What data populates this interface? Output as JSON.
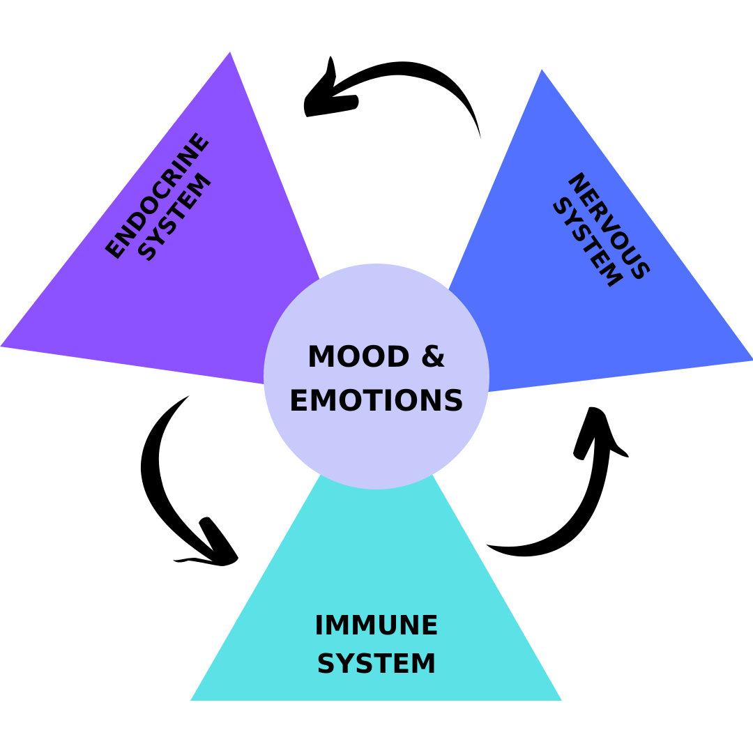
{
  "diagram": {
    "center": {
      "line1": "MOOD &",
      "line2": "EMOTIONS",
      "color": "#C9CAFC"
    },
    "nodes": [
      {
        "id": "endocrine",
        "line1": "ENDOCRINE",
        "line2": "SYSTEM",
        "color": "#8C52FF"
      },
      {
        "id": "nervous",
        "line1": "NERVOUS",
        "line2": "SYSTEM",
        "color": "#5271FF"
      },
      {
        "id": "immune",
        "line1": "IMMUNE",
        "line2": "SYSTEM",
        "color": "#5CE1E6"
      }
    ],
    "arrows": [
      {
        "from": "nervous",
        "to": "endocrine",
        "icon": "curved-arrow-left-icon"
      },
      {
        "from": "endocrine",
        "to": "immune",
        "icon": "curved-arrow-down-icon"
      },
      {
        "from": "immune",
        "to": "nervous",
        "icon": "curved-arrow-up-icon"
      }
    ],
    "arrow_color": "#000000"
  }
}
